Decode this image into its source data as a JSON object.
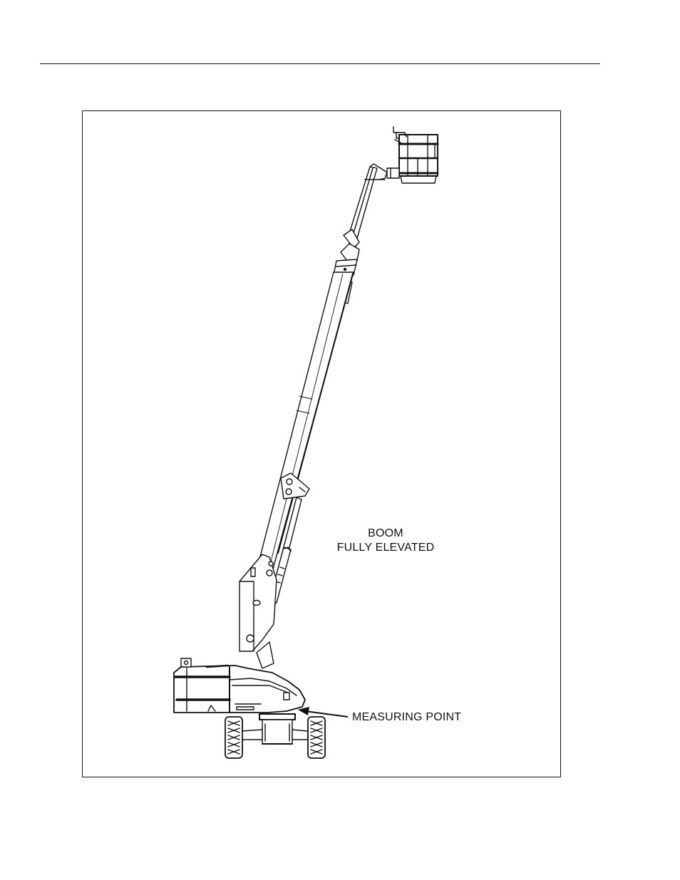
{
  "figure": {
    "labels": {
      "boom_line1": "BOOM",
      "boom_line2": "FULLY ELEVATED",
      "measuring_point": "MEASURING POINT"
    }
  }
}
